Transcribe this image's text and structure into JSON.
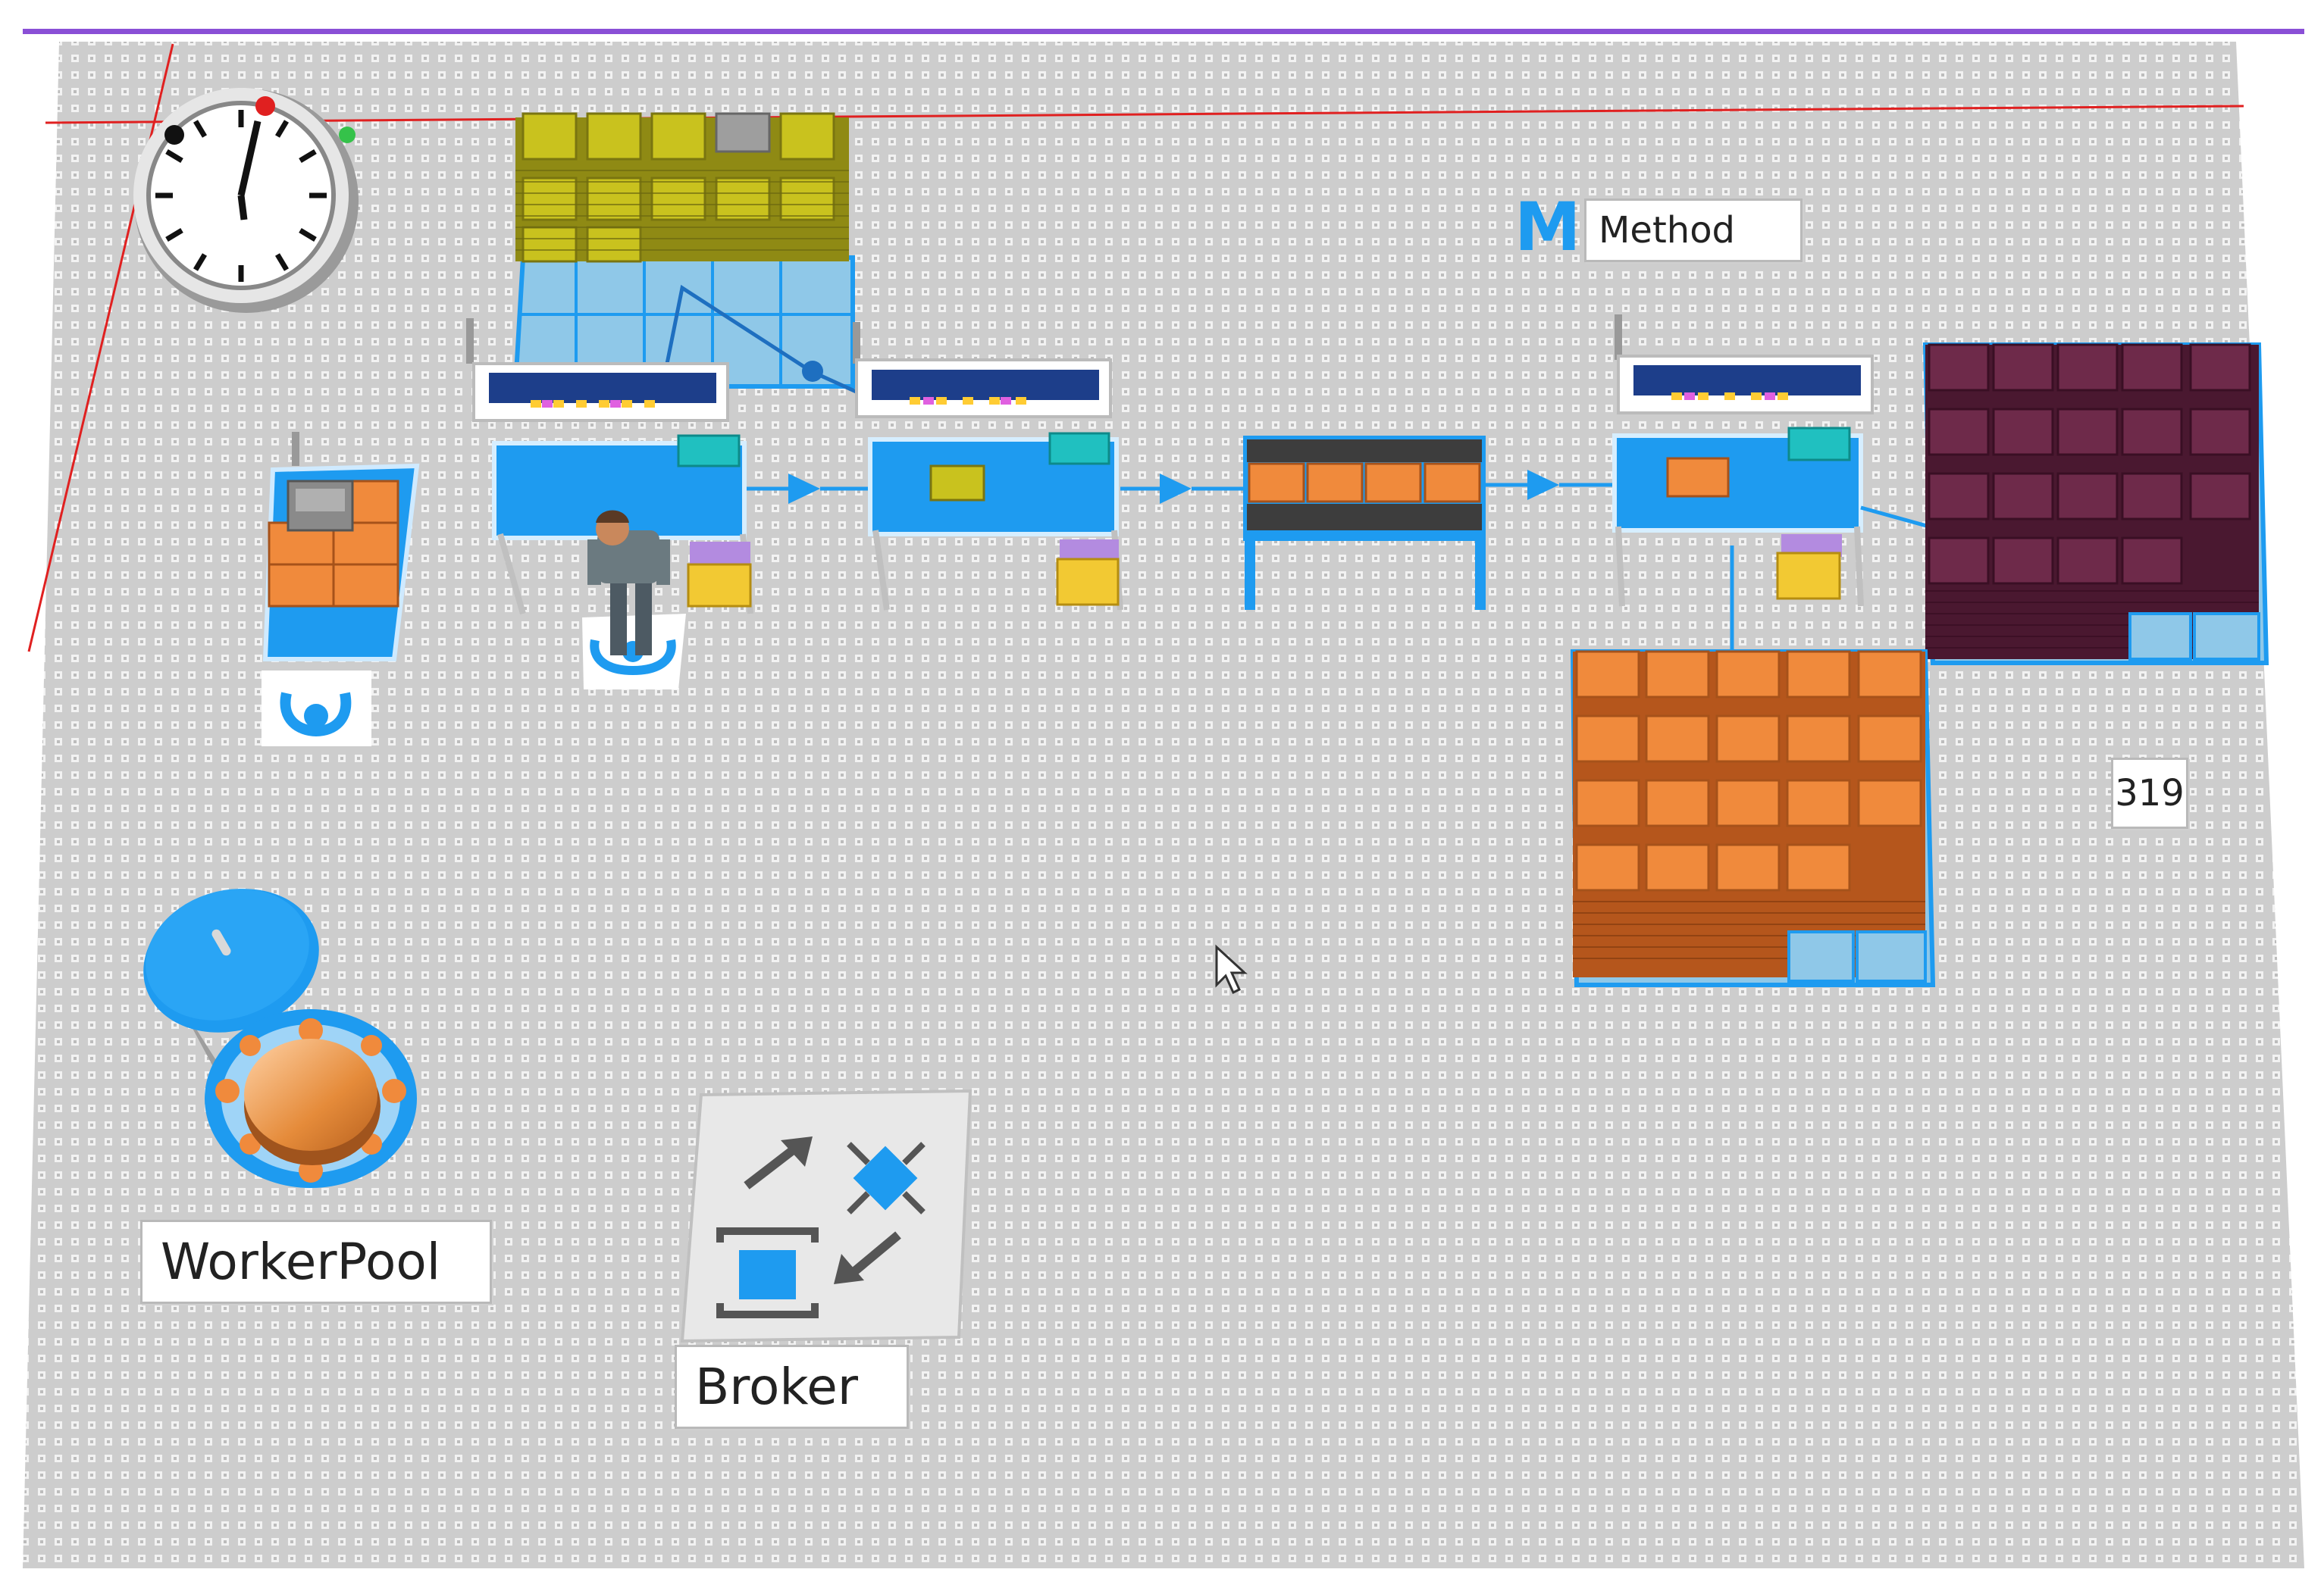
{
  "window": {
    "accent_color": "#8a4fd6",
    "floor_color": "#cdcdcd"
  },
  "scene": {
    "objects": [
      {
        "name": "clock-icon",
        "kind": "clock"
      },
      {
        "name": "source-box-stack",
        "kind": "source"
      },
      {
        "name": "parts-buffer-yellow",
        "kind": "buffer"
      },
      {
        "name": "workstation-1",
        "kind": "workstation"
      },
      {
        "name": "workstation-2",
        "kind": "workstation"
      },
      {
        "name": "conveyor-line",
        "kind": "conveyor"
      },
      {
        "name": "workstation-3",
        "kind": "workstation"
      },
      {
        "name": "drain-buffer-purple",
        "kind": "buffer"
      },
      {
        "name": "drain-buffer-orange",
        "kind": "buffer"
      },
      {
        "name": "worker-figure",
        "kind": "worker"
      },
      {
        "name": "worker-pool-icon",
        "kind": "workerpool"
      },
      {
        "name": "broker-icon",
        "kind": "broker"
      },
      {
        "name": "mouse-cursor-icon",
        "kind": "cursor"
      }
    ],
    "colors": {
      "blue": "#1e9bf0",
      "orange": "#f08a3c",
      "purple": "#6e2a4a",
      "yellow": "#c9c21e"
    }
  },
  "labels": {
    "method": "Method",
    "method_icon_letter": "M",
    "counter": "319",
    "worker_pool": "WorkerPool",
    "broker": "Broker"
  }
}
